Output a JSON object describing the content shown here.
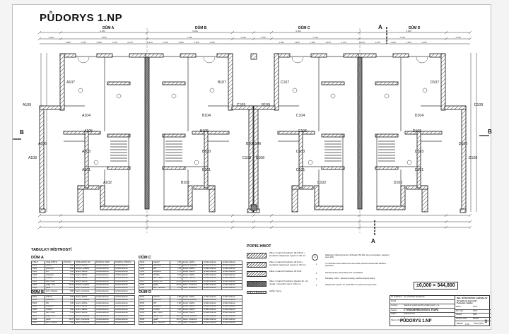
{
  "drawing": {
    "title": "PŮDORYS 1.NP",
    "houses": [
      "DŮM A",
      "DŮM B",
      "DŮM C",
      "DŮM D"
    ],
    "section_marks": [
      "A",
      "B"
    ],
    "rooms": {
      "A": [
        "A107",
        "A109",
        "A108",
        "A106",
        "A105",
        "A104",
        "A103",
        "A102",
        "A101"
      ],
      "B": [
        "B107",
        "B109",
        "B108",
        "B106",
        "B105",
        "B104",
        "B103",
        "B102",
        "B101"
      ],
      "C": [
        "C107",
        "C109",
        "C108",
        "C106",
        "C105",
        "C104",
        "C103",
        "C102",
        "C101"
      ],
      "D": [
        "D107",
        "D109",
        "D108",
        "D106",
        "D105",
        "D104",
        "D103",
        "D102",
        "D101"
      ]
    },
    "dimensions": {
      "house_width": "9.300",
      "module_widths": [
        "1.765",
        "7.435"
      ],
      "top_chain": [
        "1.250",
        "1.875",
        "1.250",
        "1.875",
        "2.275"
      ]
    }
  },
  "tables": {
    "title": "TABULKY MÍSTNOSTÍ",
    "columns": [
      "ČÍSLO",
      "ÚČEL MÍSTN.",
      "PLOCHA",
      "PODLAHOVÁ KR.",
      "POVRCH STĚN",
      "POVRCH STROPU"
    ],
    "houses": [
      {
        "label": "DŮM A",
        "prefix": "A"
      },
      {
        "label": "DŮM B",
        "prefix": "B"
      },
      {
        "label": "DŮM C",
        "prefix": "C"
      },
      {
        "label": "DŮM D",
        "prefix": "D"
      }
    ],
    "rows": [
      {
        "num": "101",
        "use": "zádveří",
        "area": "4.80",
        "floor": "keram. dlažba",
        "walls": "omítka štuková",
        "ceiling": "omítka štuková"
      },
      {
        "num": "102",
        "use": "pracovna",
        "area": "9.80",
        "floor": "laminát. podlaha",
        "walls": "omítka štuková",
        "ceiling": "omítka štuková"
      },
      {
        "num": "103",
        "use": "WC",
        "area": "1.80",
        "floor": "keram. dlažba",
        "walls": "omítka štuková",
        "ceiling": "omítka štuková"
      },
      {
        "num": "104",
        "use": "koupelna",
        "area": "1.70",
        "floor": "keram. dlažba",
        "walls": "omítka štuková",
        "ceiling": "omítka štuková"
      },
      {
        "num": "105",
        "use": "chodba",
        "area": "4.90",
        "floor": "keram. dlažba",
        "walls": "omítka štuková",
        "ceiling": "omítka štuková"
      },
      {
        "num": "106",
        "use": "tech. místn.",
        "area": "3.50",
        "floor": "keram. dlažba",
        "walls": "omítka štuková",
        "ceiling": "omítka štuková"
      },
      {
        "num": "107",
        "use": "pokoj + KK",
        "area": "26.20",
        "floor": "laminát. podlaha",
        "walls": "omítka štuková",
        "ceiling": "omítka štuková"
      },
      {
        "num": "108",
        "use": "garáž",
        "area": "18.70",
        "floor": "beton. mazanina",
        "walls": "omítka štuková",
        "ceiling": "omítka štuková"
      },
      {
        "num": "109",
        "use": "tech. místnost",
        "area": "6.80",
        "floor": "beton. mazanina",
        "walls": "omítka štuková",
        "ceiling": "omítka štuková"
      }
    ]
  },
  "legend": {
    "title": "POPIS HMOT",
    "items": [
      {
        "pattern": "hatch",
        "text": "Zdivo z tvárnic Porotherm 36,5 Profi + kontaktní zateplovací systém tl. 80 mm"
      },
      {
        "pattern": "hatch",
        "text": "Zdivo z tvárnic Porotherm 30 Profi + kontaktní zateplovací systém tl. 80 mm"
      },
      {
        "pattern": "hatch",
        "text": "Zdivo z tvárnic Porotherm 30 Profi"
      },
      {
        "pattern": "dense",
        "text": "Zdivo z tvárnic Porotherm Akustik 19 - 2x, deska z minerální vlny tl. 100 mm"
      },
      {
        "pattern": "dotted",
        "text": "příčky Ytong"
      }
    ]
  },
  "notes": [
    "Základový zhlavník komínu Schiedel UNI 200, pro pevná paliva, napojení pece 200.",
    "V místě kde bude tělesem komínu bude položena keramická dlažba s přesahem.",
    "Schody budou železobetonové monolitické.",
    "Parapety vnitřní - kamenné desky, postformingové desky.",
    "Zateplovací systém do sokle 600 mm nad úrovní pozemku."
  ],
  "datum": "±0,000 = 344,800",
  "title_block": {
    "rows_left": [
      {
        "label": "Hl. projektant",
        "value": "Ing. Jaroslava Štyselková"
      },
      {
        "label": "Kreslil",
        "value": ""
      },
      {
        "label": "Investor",
        "value": "Stavební společnost Brno-Slatina spol. s r.o."
      },
      {
        "label": "Stavba",
        "value": "ČTYŘDOMÍ ŘEDOVICE II. ETAPA"
      },
      {
        "label": "Objekt",
        "value": "Stavební část"
      }
    ],
    "drawing_label": "Název výkresu",
    "drawing_name": "PŮDORYS 1.NP",
    "firm": [
      "ING. MYSLIVEČEK JAROSLAV",
      "Projektová kancelář",
      "Pozemní stavby"
    ],
    "rows_right": [
      {
        "label": "Datum",
        "value": "03/17"
      },
      {
        "label": "Stu. stav.",
        "value": "03/17"
      },
      {
        "label": "Stupeň",
        "value": "DSP"
      },
      {
        "label": "Archivní číslo",
        "value": "M03/17"
      }
    ],
    "scale_label": "Měřítko",
    "scale": "1:50",
    "sheet_label": "Číslo přílohy",
    "sheet_no": "3"
  }
}
